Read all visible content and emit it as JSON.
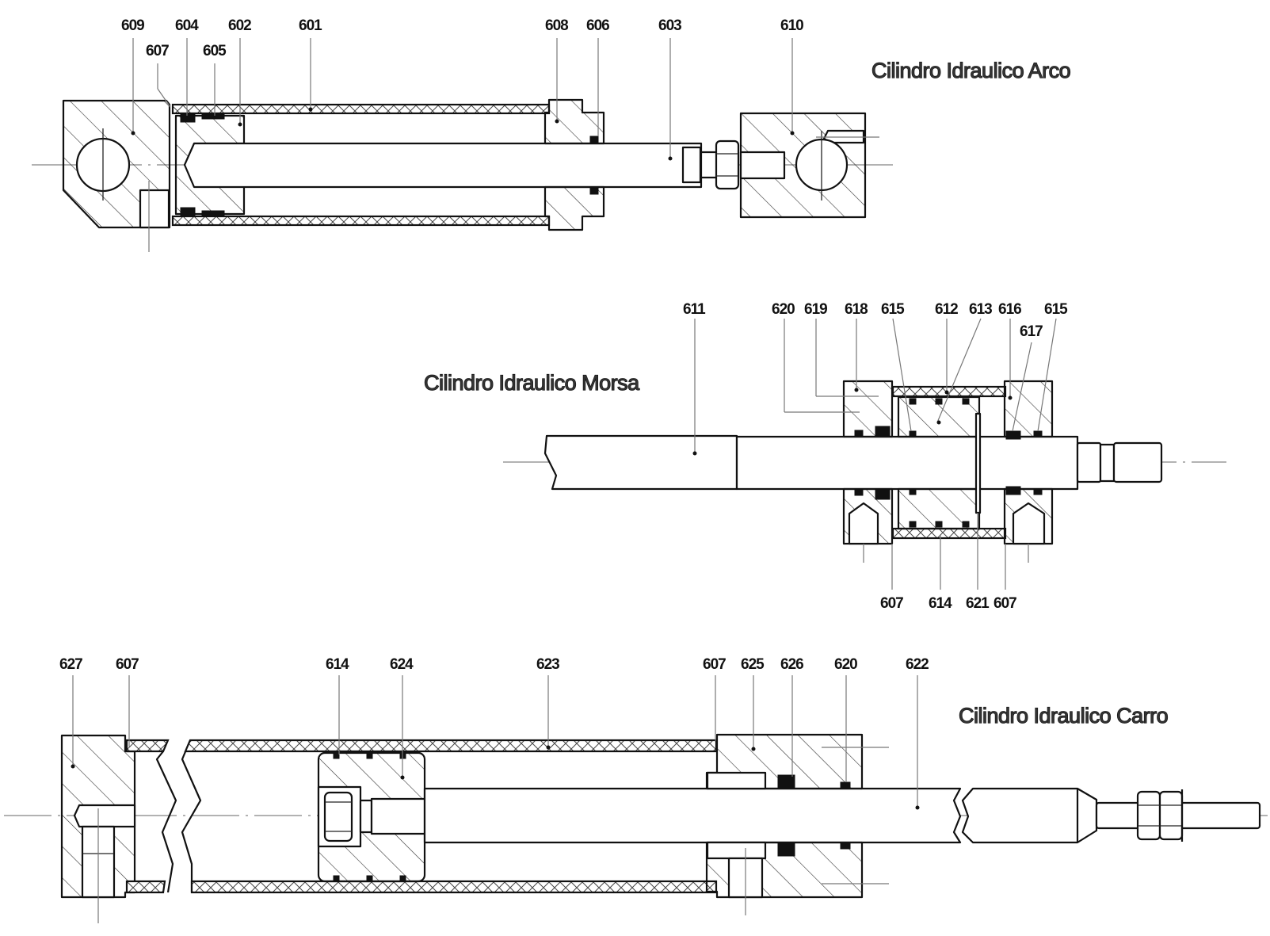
{
  "drawing": {
    "cylinders": [
      {
        "id": "arco",
        "title": "Cilindro Idraulico Arco",
        "callouts": [
          "609",
          "607",
          "604",
          "605",
          "602",
          "601",
          "608",
          "606",
          "603",
          "610"
        ]
      },
      {
        "id": "morsa",
        "title": "Cilindro Idraulico Morsa",
        "callouts_top": [
          "611",
          "620",
          "619",
          "618",
          "615",
          "612",
          "613",
          "616",
          "617",
          "615"
        ],
        "callouts_bottom": [
          "607",
          "614",
          "621",
          "607"
        ]
      },
      {
        "id": "carro",
        "title": "Cilindro Idraulico Carro",
        "callouts": [
          "627",
          "607",
          "614",
          "624",
          "623",
          "607",
          "625",
          "626",
          "620",
          "622"
        ]
      }
    ]
  }
}
